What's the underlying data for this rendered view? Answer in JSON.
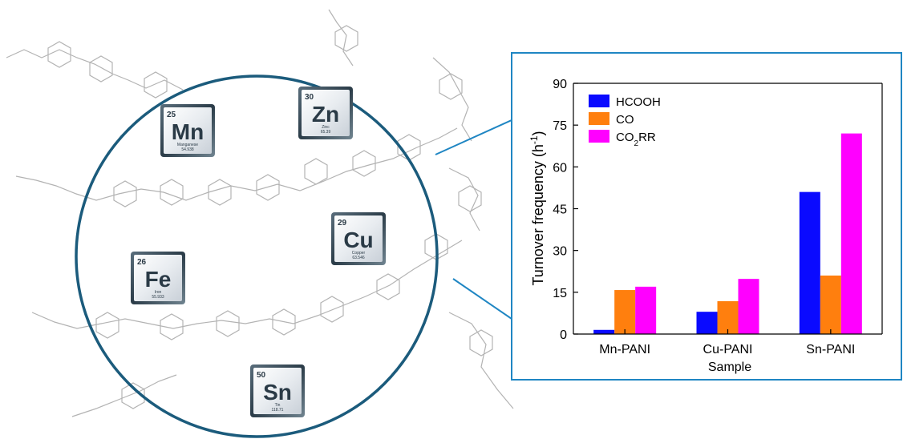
{
  "elements": [
    {
      "id": "mn",
      "number": "25",
      "symbol": "Mn",
      "name": "Manganese",
      "mass": "54.938"
    },
    {
      "id": "zn",
      "number": "30",
      "symbol": "Zn",
      "name": "Zinc",
      "mass": "65.39"
    },
    {
      "id": "cu",
      "number": "29",
      "symbol": "Cu",
      "name": "Copper",
      "mass": "63.546"
    },
    {
      "id": "fe",
      "number": "26",
      "symbol": "Fe",
      "name": "Iron",
      "mass": "55.933"
    },
    {
      "id": "sn",
      "number": "50",
      "symbol": "Sn",
      "name": "Tin",
      "mass": "118.71"
    }
  ],
  "chart_data": {
    "type": "bar",
    "categories": [
      "Mn-PANI",
      "Cu-PANI",
      "Sn-PANI"
    ],
    "series": [
      {
        "name": "HCOOH",
        "color": "#0a0aff",
        "values": [
          1.5,
          8.0,
          51.0
        ]
      },
      {
        "name": "CO",
        "color": "#ff7f0e",
        "values": [
          15.8,
          11.8,
          21.0
        ]
      },
      {
        "name": "CO2RR",
        "color": "#ff00ff",
        "values": [
          17.0,
          19.8,
          72.0
        ]
      }
    ],
    "legend_labels": {
      "hcooh": "HCOOH",
      "co": "CO",
      "co2rr_main": "CO",
      "co2rr_sub": "2",
      "co2rr_tail": "RR"
    },
    "ylabel": {
      "main": "Turnover frequency (h",
      "sup": "-1",
      "close": ")"
    },
    "xlabel": "Sample",
    "ylim": [
      0,
      90
    ],
    "yticks": [
      "0",
      "15",
      "30",
      "45",
      "60",
      "75",
      "90"
    ],
    "legend_position": "top-left",
    "grid": false
  },
  "colors": {
    "circle": "#1b5b7c",
    "panel_border": "#1f86c3",
    "molecule": "#b0b0b0"
  }
}
